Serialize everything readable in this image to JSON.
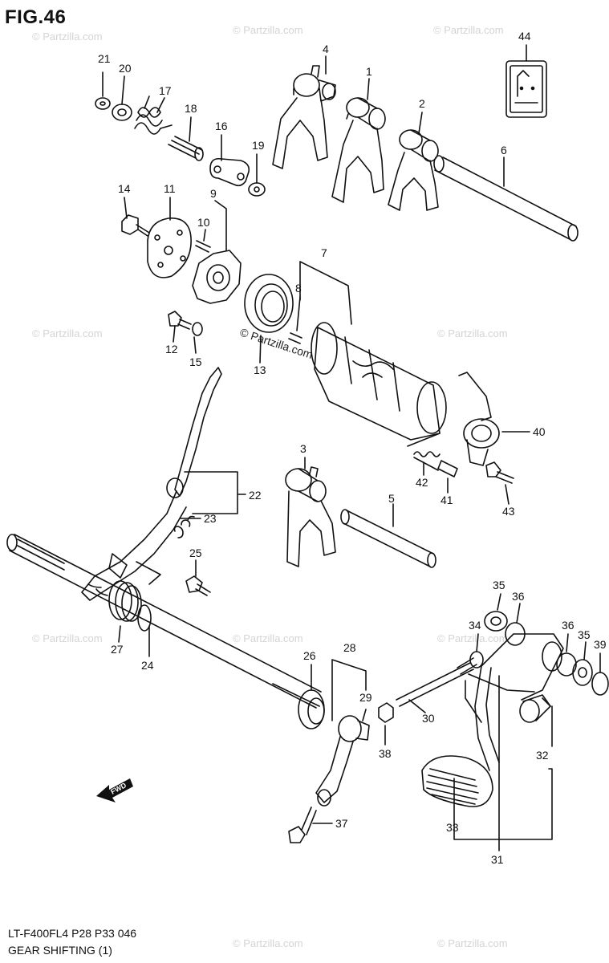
{
  "figure": {
    "title": "FIG.46",
    "model_code": "LT-F400FL4  P28  P33  046",
    "section_name": "GEAR SHIFTING (1)"
  },
  "watermark": {
    "text": "© Partzilla.com",
    "center_text": "© Partzilla.com"
  },
  "direction_label": "FWD",
  "callouts": [
    "1",
    "2",
    "3",
    "4",
    "5",
    "6",
    "7",
    "8",
    "9",
    "10",
    "11",
    "12",
    "13",
    "14",
    "15",
    "16",
    "17",
    "18",
    "19",
    "20",
    "21",
    "22",
    "23",
    "24",
    "25",
    "26",
    "27",
    "28",
    "29",
    "30",
    "31",
    "32",
    "33",
    "34",
    "35",
    "35",
    "36",
    "36",
    "37",
    "38",
    "39",
    "40",
    "41",
    "42",
    "43",
    "44"
  ]
}
